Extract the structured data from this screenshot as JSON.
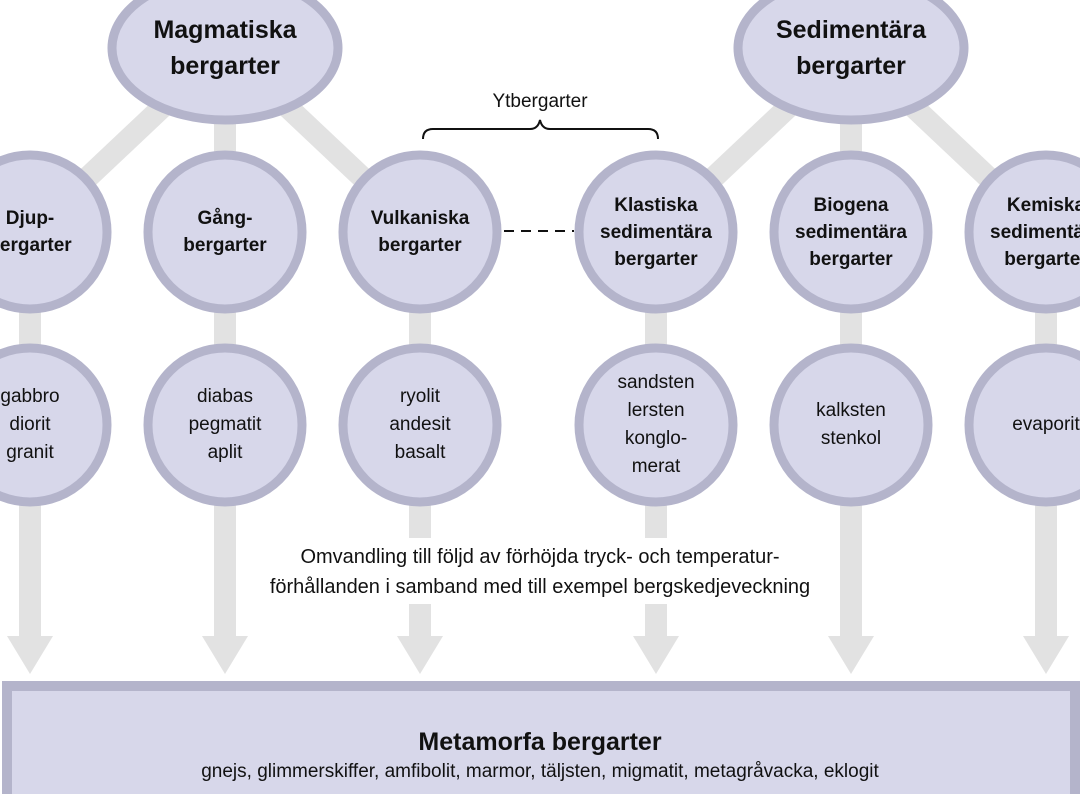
{
  "colors": {
    "node_fill": "#d7d7ea",
    "node_ring": "#b4b4cb",
    "connector": "#e2e2e2",
    "arrow": "#e2e2e2",
    "text": "#111111"
  },
  "top_nodes": {
    "magmatic": "Magmatiska\nbergarter",
    "sedimentary": "Sedimentära\nbergarter"
  },
  "bracket_label": "Ytbergarter",
  "categories": [
    {
      "label": "Djup-\nbergarter",
      "rocks": "gabbro\ndiorit\ngranit"
    },
    {
      "label": "Gång-\nbergarter",
      "rocks": "diabas\npegmatit\naplit"
    },
    {
      "label": "Vulkaniska\nbergarter",
      "rocks": "ryolit\nandesit\nbasalt"
    },
    {
      "label": "Klastiska\nsedimentära\nbergarter",
      "rocks": "sandsten\nlersten\nkonglo-\nmerat"
    },
    {
      "label": "Biogena\nsedimentära\nbergarter",
      "rocks": "kalksten\nstenkol"
    },
    {
      "label": "Kemiska\nsedimentära\nbergarter",
      "rocks": "evaporit"
    }
  ],
  "transformation_note": "Omvandling till följd av förhöjda tryck- och temperatur-\nförhållanden i samband med till exempel bergskedjeveckning",
  "metamorphic": {
    "title": "Metamorfa bergarter",
    "examples": "gnejs, glimmerskiffer, amfibolit, marmor, täljsten, migmatit, metagråvacka, eklogit"
  }
}
